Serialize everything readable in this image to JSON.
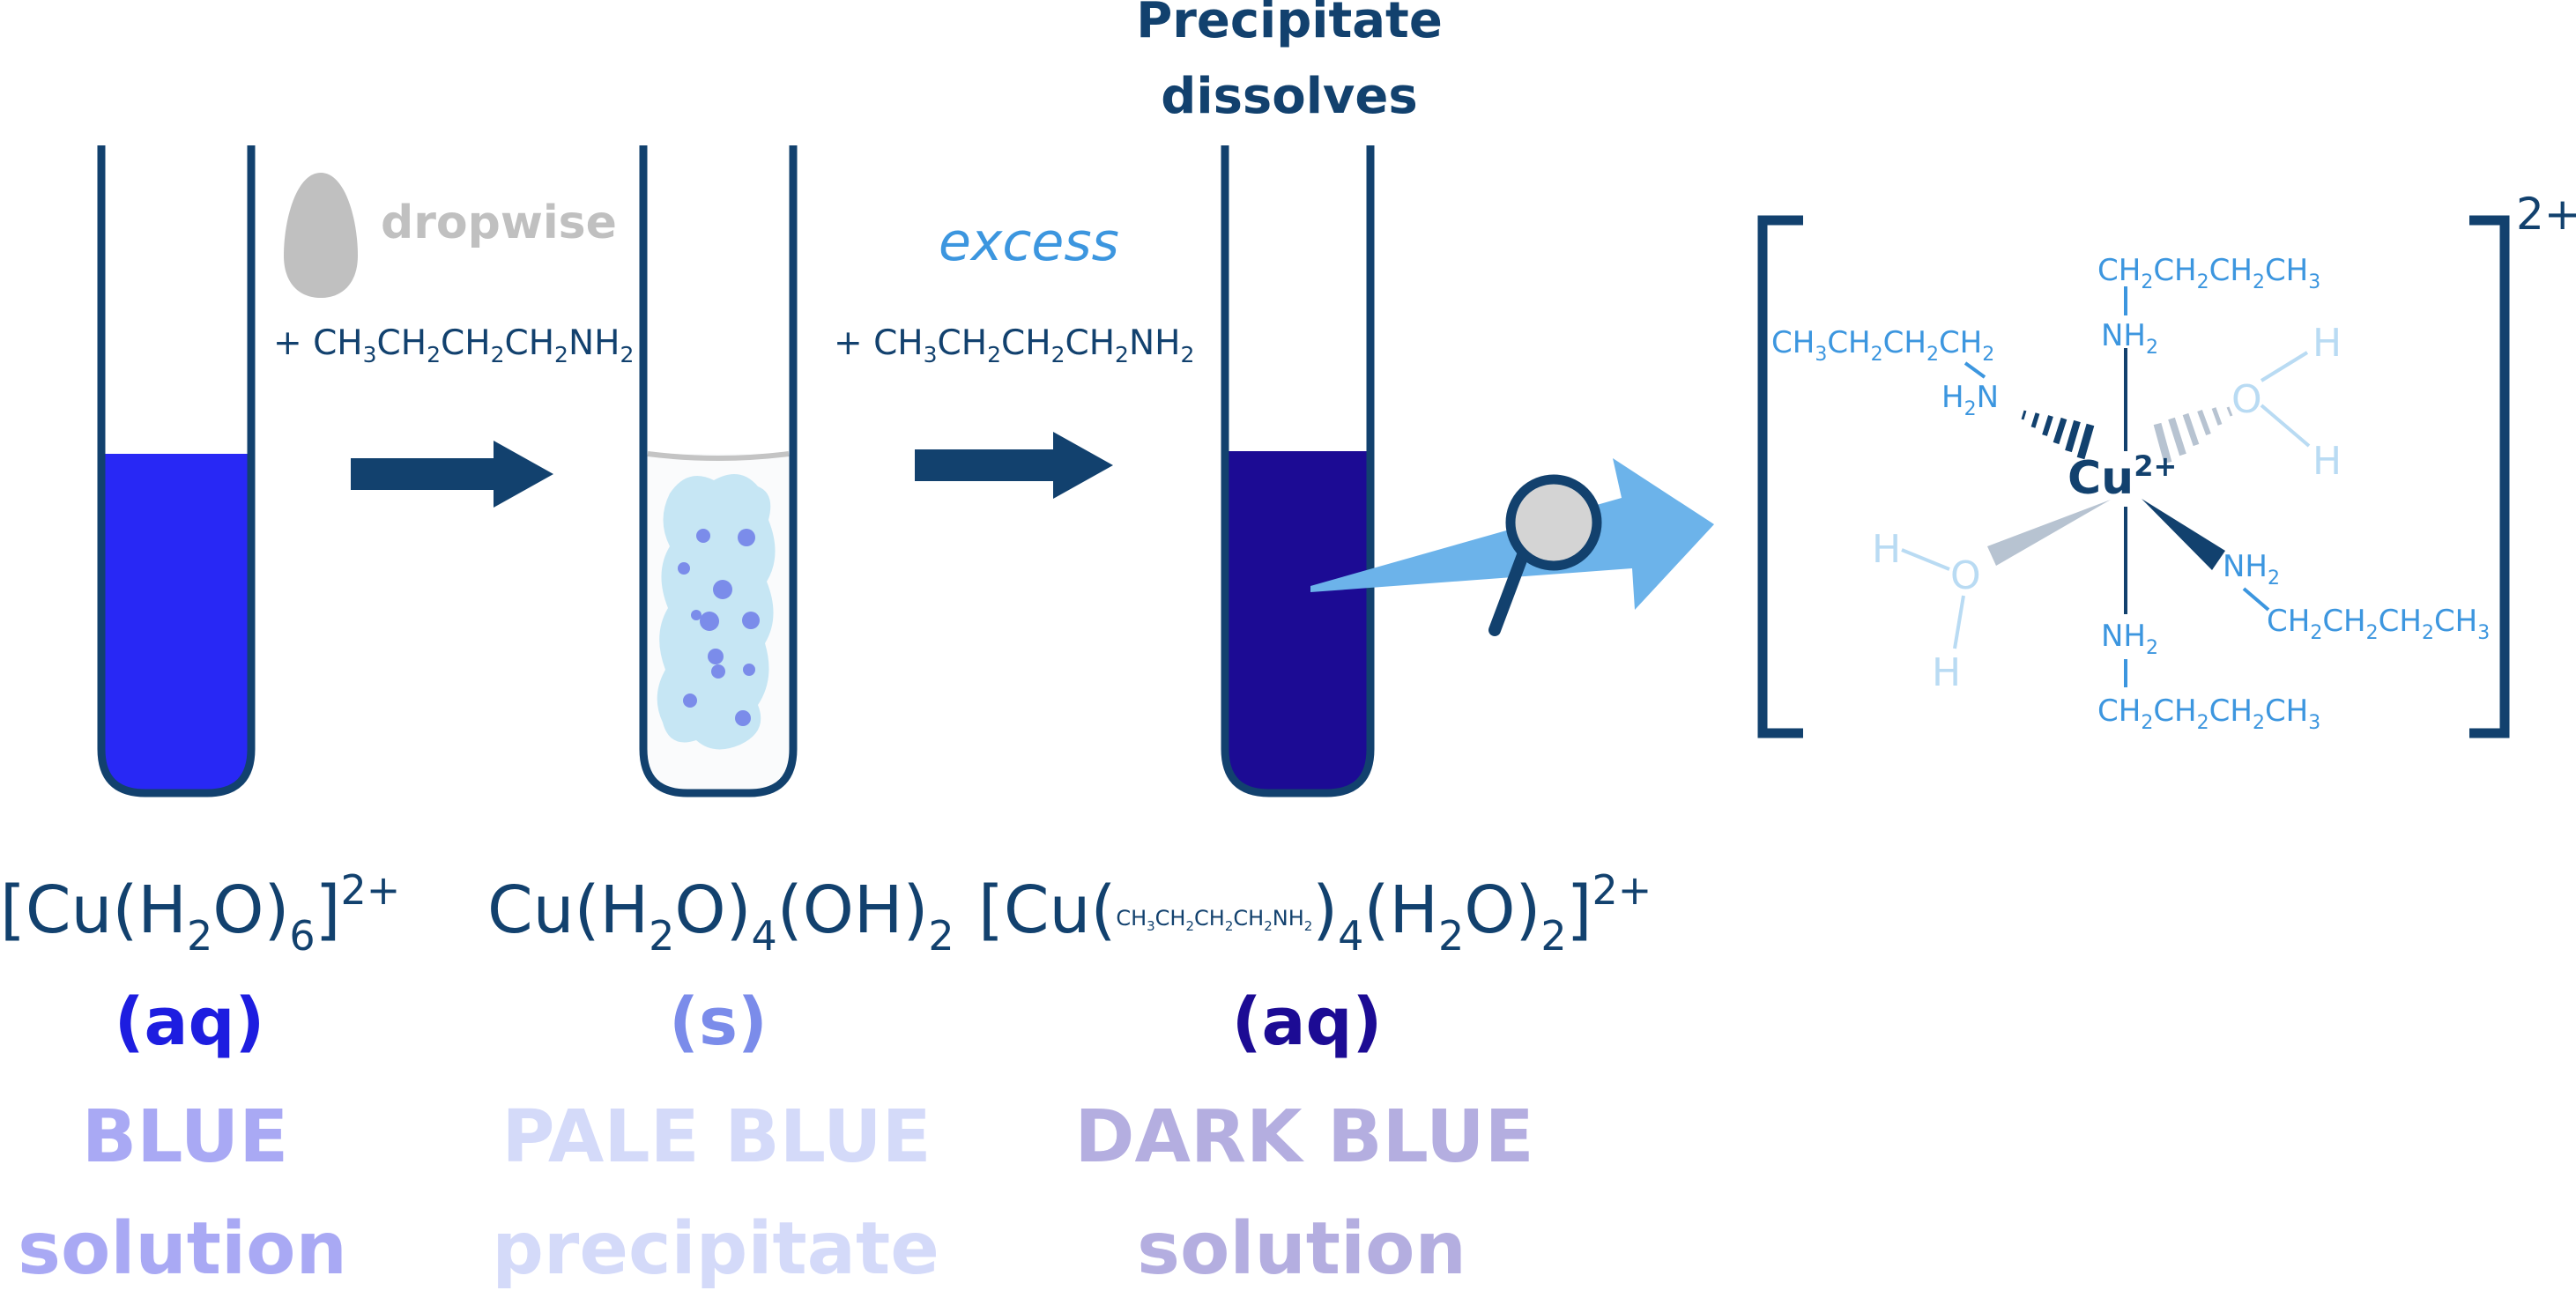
{
  "colors": {
    "navy": "#12416e",
    "blue_solution": "#2828f5",
    "dark_blue_solution": "#1c0b94",
    "pale_precipitate": "#c6e6f4",
    "precipitate_dots": "#7b8cea",
    "light_blue_arrow": "#6cb3ea",
    "ligand_blue": "#3c96df",
    "water_pale": "#b9dbf3",
    "label_blue": "#a9a9f4",
    "label_pale": "#d4daf9",
    "label_dark": "#b4aee0",
    "dropper_gray": "#c0c0c0"
  },
  "step1": {
    "dropwise": "dropwise",
    "reagent": {
      "prefix": "+ CH",
      "s1": "3",
      "t1": "CH",
      "s2": "2",
      "t2": "CH",
      "s3": "2",
      "t3": "CH",
      "s4": "2",
      "t4": "NH",
      "s5": "2"
    }
  },
  "step2": {
    "excess": "excess",
    "reagent": {
      "prefix": "+ CH",
      "s1": "3",
      "t1": "CH",
      "s2": "2",
      "t2": "CH",
      "s3": "2",
      "t3": "CH",
      "s4": "2",
      "t4": "NH",
      "s5": "2"
    }
  },
  "precipitate_note": {
    "line1": "Precipitate",
    "line2": "dissolves"
  },
  "tube1": {
    "formula": {
      "a": "[Cu(H",
      "s1": "2",
      "b": "O)",
      "s2": "6",
      "c": "]",
      "charge": "2+"
    },
    "state": "(aq)",
    "colour_line1": "BLUE",
    "colour_line2": "solution"
  },
  "tube2": {
    "formula": {
      "a": "Cu(H",
      "s1": "2",
      "b": "O)",
      "s2": "4",
      "c": "(OH)",
      "s3": "2"
    },
    "state": "(s)",
    "colour_line1": "PALE BLUE",
    "colour_line2": "precipitate"
  },
  "tube3": {
    "formula": {
      "a": "[Cu(",
      "lig": {
        "t0": "CH",
        "s1": "3",
        "t1": "CH",
        "s2": "2",
        "t2": "CH",
        "s3": "2",
        "t3": "CH",
        "s4": "2",
        "t4": "NH",
        "s5": "2"
      },
      "b": ")",
      "s6": "4",
      "c": "(H",
      "s7": "2",
      "d": "O)",
      "s8": "2",
      "e": "]",
      "charge": "2+"
    },
    "state": "(aq)",
    "colour_line1": "DARK BLUE",
    "colour_line2": "solution"
  },
  "complex": {
    "charge": "2+",
    "center": {
      "t": "Cu",
      "charge": "2+"
    },
    "top_chain": {
      "t0": "CH",
      "s1": "2",
      "t1": "CH",
      "s2": "2",
      "t2": "CH",
      "s3": "2",
      "t3": "CH",
      "s4": "3"
    },
    "top_nh2": {
      "t": "NH",
      "s": "2"
    },
    "left_chain": {
      "t0": "CH",
      "s1": "3",
      "t1": "CH",
      "s2": "2",
      "t2": "CH",
      "s3": "2",
      "t3": "CH",
      "s4": "2"
    },
    "left_nh2": {
      "t": "H",
      "s": "2",
      "u": "N"
    },
    "right_nh2": {
      "t": "NH",
      "s": "2"
    },
    "right_chain": {
      "t0": "CH",
      "s1": "2",
      "t1": "CH",
      "s2": "2",
      "t2": "CH",
      "s3": "2",
      "t3": "CH",
      "s4": "3"
    },
    "bottom_nh2": {
      "t": "NH",
      "s": "2"
    },
    "bottom_chain": {
      "t0": "CH",
      "s1": "2",
      "t1": "CH",
      "s2": "2",
      "t2": "CH",
      "s3": "2",
      "t3": "CH",
      "s4": "3"
    },
    "water_upper": {
      "o": "O",
      "h1": "H",
      "h2": "H"
    },
    "water_lower": {
      "o": "O",
      "h1": "H",
      "h2": "H"
    }
  }
}
